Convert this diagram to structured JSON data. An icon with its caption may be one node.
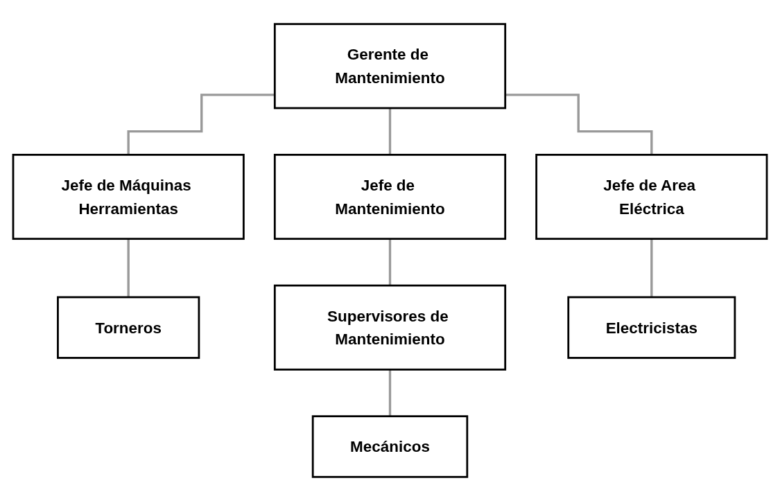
{
  "diagram": {
    "nodes": [
      {
        "text": [
          "Gerente de Mantenimiento"
        ]
      },
      {
        "text": [
          "Jefe de Máquinas Herramientas"
        ]
      },
      {
        "text": [
          "Jefe de Mantenimiento"
        ]
      },
      {
        "text": [
          "Jefe de Area Eléctrica"
        ]
      },
      {
        "text": [
          "Torneros"
        ]
      },
      {
        "text": [
          "Supervisores de Mantenimiento"
        ]
      },
      {
        "text": [
          "Electricistas"
        ]
      },
      {
        "text": [
          "Mecánicos"
        ]
      }
    ],
    "edges": [
      {
        "from": 0,
        "to": 1,
        "arrow": "none"
      },
      {
        "from": 0,
        "to": 2,
        "arrow": "none"
      },
      {
        "from": 0,
        "to": 3,
        "arrow": "none"
      },
      {
        "from": 1,
        "to": 4,
        "arrow": "none"
      },
      {
        "from": 2,
        "to": 5,
        "arrow": "none"
      },
      {
        "from": 3,
        "to": 6,
        "arrow": "none"
      },
      {
        "from": 5,
        "to": 7,
        "arrow": "none"
      }
    ]
  }
}
